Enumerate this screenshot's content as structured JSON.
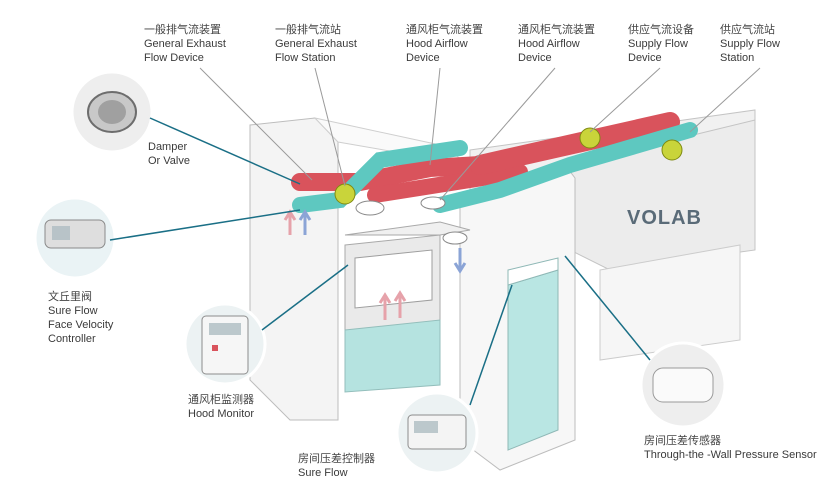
{
  "labels": {
    "exhaust_device": {
      "zh": "一般排气流装置",
      "en1": "General Exhaust",
      "en2": "Flow Device"
    },
    "exhaust_station": {
      "zh": "一般排气流站",
      "en1": "General Exhaust",
      "en2": "Flow Station"
    },
    "hood_device_1": {
      "zh": "通风柜气流装置",
      "en1": "Hood Airflow",
      "en2": "Device"
    },
    "hood_device_2": {
      "zh": "通风柜气流装置",
      "en1": "Hood Airflow",
      "en2": "Device"
    },
    "supply_device": {
      "zh": "供应气流设备",
      "en1": "Supply Flow",
      "en2": "Device"
    },
    "supply_station": {
      "zh": "供应气流站",
      "en1": "Supply Flow",
      "en2": "Station"
    },
    "damper": {
      "en1": "Damper",
      "en2": "Or Valve"
    },
    "face_velocity": {
      "zh": "文丘里阀",
      "en1": "Sure Flow",
      "en2": "Face Velocity",
      "en3": "Controller"
    },
    "hood_monitor": {
      "zh": "通风柜监测器",
      "en1": "Hood  Monitor"
    },
    "room_controller": {
      "zh": "房间压差控制器",
      "en1": "Sure Flow"
    },
    "wall_sensor": {
      "zh": "房间压差传感器",
      "en1": "Through-the -Wall Pressure Sensor"
    }
  },
  "logo": "VOLAB",
  "colors": {
    "exhaust": "#d9535c",
    "supply": "#5ec8c0",
    "sensor": "#c9d43a",
    "wall": "#f2f2f2",
    "callout": "#1a6f86"
  }
}
